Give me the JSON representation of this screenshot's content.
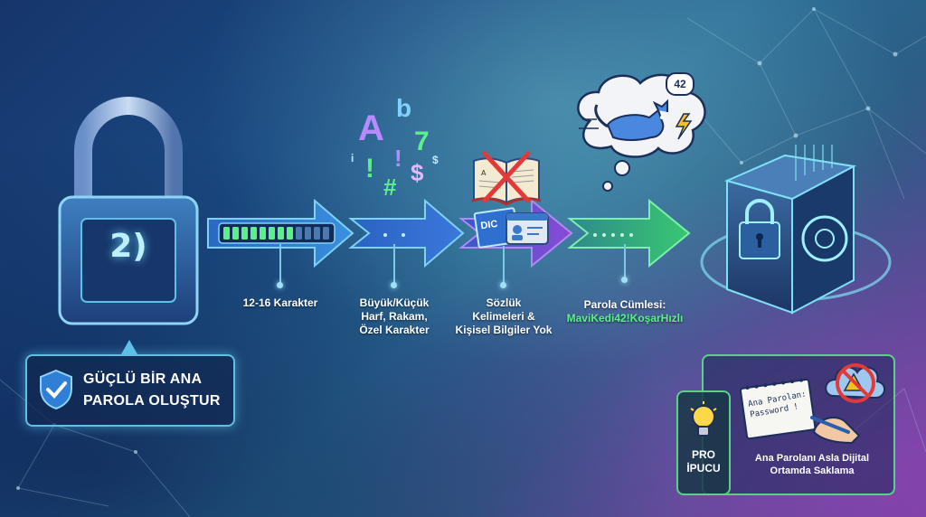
{
  "title": {
    "line1": "GÜÇLÜ BİR ANA",
    "line2": "PAROLA OLUŞTUR"
  },
  "lock_display": "2)",
  "steps": [
    {
      "id": "length",
      "lines": [
        "12-16 Karakter"
      ]
    },
    {
      "id": "charset",
      "lines": [
        "Büyük/Küçük",
        "Harf, Rakam,",
        "Özel Karakter"
      ]
    },
    {
      "id": "no-dictionary",
      "lines": [
        "Sözlük",
        "Kelimeleri &",
        "Kişisel Bilgiler Yok"
      ]
    },
    {
      "id": "passphrase",
      "lines": [
        "Parola Cümlesi:",
        "MaviKedi42!KoşarHızlı"
      ]
    }
  ],
  "characters": {
    "A": "A",
    "b": "b",
    "seven": "7",
    "excl1": "!",
    "excl2": "!",
    "hash": "#",
    "dollar1": "$",
    "dollar2": "$",
    "i": "i"
  },
  "dictionary_badge": "DIC",
  "thought_number": "42",
  "notepad_text": [
    "Ana Parolan:",
    "Password !"
  ],
  "pro_tip": {
    "badge_line1": "PRO",
    "badge_line2": "İPUCU",
    "text_line1": "Ana Parolanı Asla Dijital",
    "text_line2": "Ortamda Saklama"
  },
  "colors": {
    "accent_cyan": "#5fc0e6",
    "accent_green": "#5cf08a",
    "arrow_blue": "#2f7fd6",
    "arrow_purple": "#7a4fd6",
    "arrow_green": "#38c46e"
  },
  "icons": [
    "padlock-icon",
    "shield-check-icon",
    "book-icon",
    "id-card-icon",
    "cat-icon",
    "lightning-icon",
    "vault-icon",
    "lightbulb-icon",
    "notepad-icon",
    "cloud-no-icon"
  ]
}
